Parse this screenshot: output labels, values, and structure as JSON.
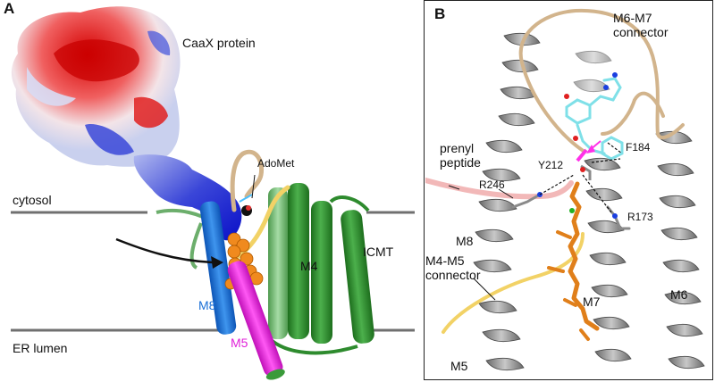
{
  "panel_a": {
    "letter": "A",
    "caax_protein": "CaaX protein",
    "adomet": "AdoMet",
    "cytosol": "cytosol",
    "icmt": "ICMT",
    "m4": "M4",
    "m8": "M8",
    "m5": "M5",
    "er_lumen": "ER lumen",
    "colors": {
      "m8": "#1a6fd6",
      "m5": "#e020d8",
      "icmt": "#2e8b2e",
      "loop": "#d2b48c",
      "linker": "#f2d266",
      "ligand": "#f08a1e"
    }
  },
  "panel_b": {
    "letter": "B",
    "m6_m7_connector": "M6-M7\nconnector",
    "prenyl_peptide": "prenyl\npeptide",
    "y212": "Y212",
    "f184": "F184",
    "r246": "R246",
    "r173": "R173",
    "m8": "M8",
    "m4_m5_connector": "M4-M5\nconnector",
    "m7": "M7",
    "m6": "M6",
    "m5": "M5",
    "colors": {
      "helix": "#9a9a9a",
      "peptide": "#f2b8b8",
      "adomet": "#7fe0e8",
      "farnesyl": "#e07f1a"
    }
  }
}
